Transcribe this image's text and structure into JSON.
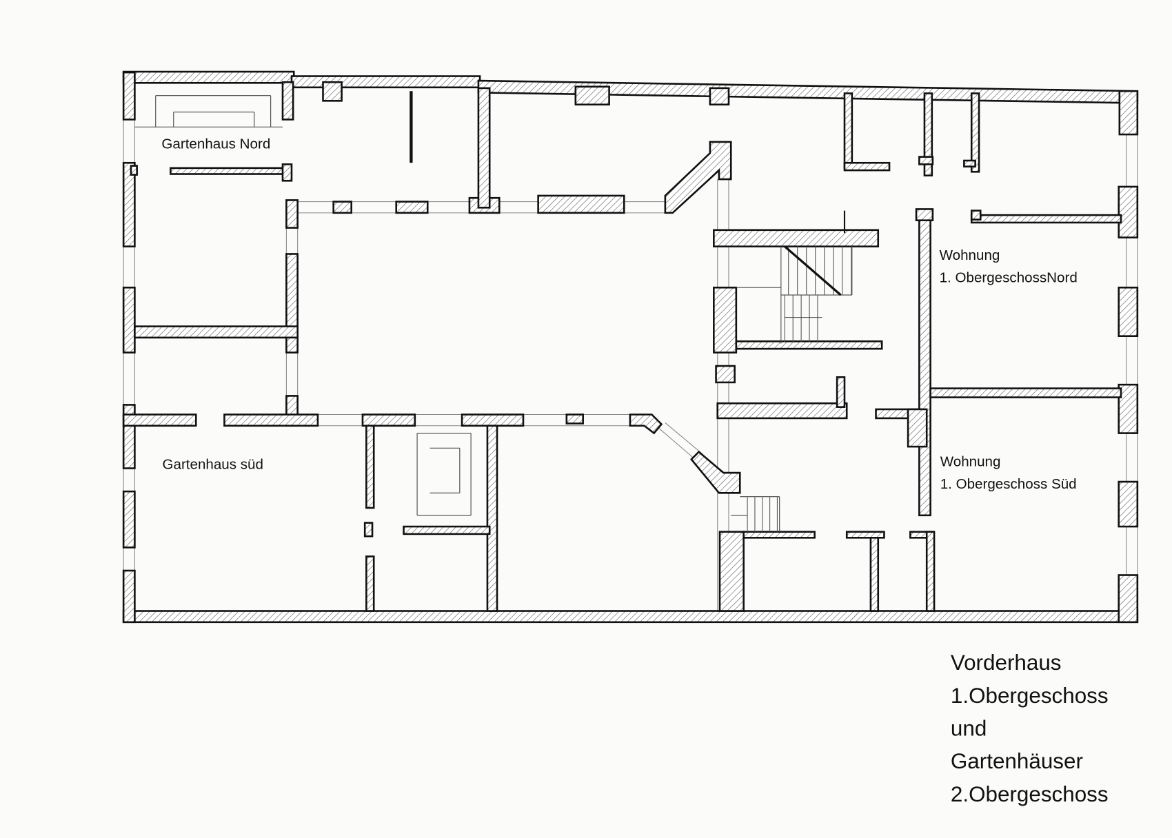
{
  "plan": {
    "rooms": {
      "gartenhaus_nord": "Gartenhaus Nord",
      "gartenhaus_sued": "Gartenhaus süd",
      "wohnung_nord_line1": "Wohnung",
      "wohnung_nord_line2": "1. ObergeschossNord",
      "wohnung_sued_line1": "Wohnung",
      "wohnung_sued_line2": "1. Obergeschoss Süd"
    },
    "caption": {
      "line1": "Vorderhaus",
      "line2": "1.Obergeschoss",
      "line3": "und",
      "line4": "Gartenhäuser",
      "line5": "2.Obergeschoss"
    },
    "colors": {
      "wall_stroke": "#111111",
      "hatch": "#555555",
      "paper": "#fbfbfa"
    }
  }
}
